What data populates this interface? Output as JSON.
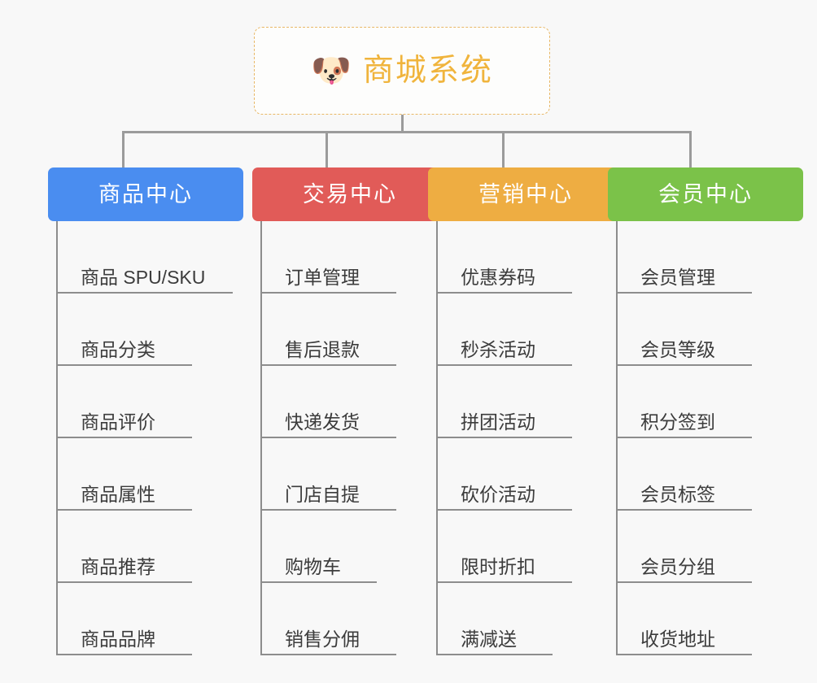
{
  "background_color": "#f8f8f8",
  "root": {
    "emoji": "🐶",
    "emoji_name": "shiba-dog-face-emoji",
    "title": "商城系统",
    "border_color": "#e8b765",
    "text_color": "#f0b43c"
  },
  "connector_color": "#9b9b9b",
  "leaf_rule_color": "#8d8d8d",
  "leaf_text_color": "#3c3c3c",
  "columns": [
    {
      "id": "product-center",
      "label": "商品中心",
      "color": "#4a8df0",
      "items": [
        {
          "label": "商品 SPU/SKU",
          "rule_width": 215
        },
        {
          "label": "商品分类",
          "rule_width": 165
        },
        {
          "label": "商品评价",
          "rule_width": 165
        },
        {
          "label": "商品属性",
          "rule_width": 165
        },
        {
          "label": "商品推荐",
          "rule_width": 165
        },
        {
          "label": "商品品牌",
          "rule_width": 165
        }
      ]
    },
    {
      "id": "trade-center",
      "label": "交易中心",
      "color": "#e15b58",
      "items": [
        {
          "label": "订单管理",
          "rule_width": 165
        },
        {
          "label": "售后退款",
          "rule_width": 165
        },
        {
          "label": "快递发货",
          "rule_width": 165
        },
        {
          "label": "门店自提",
          "rule_width": 165
        },
        {
          "label": "购物车",
          "rule_width": 141
        },
        {
          "label": "销售分佣",
          "rule_width": 165
        }
      ]
    },
    {
      "id": "marketing-center",
      "label": "营销中心",
      "color": "#eead42",
      "items": [
        {
          "label": "优惠券码",
          "rule_width": 165
        },
        {
          "label": "秒杀活动",
          "rule_width": 165
        },
        {
          "label": "拼团活动",
          "rule_width": 165
        },
        {
          "label": "砍价活动",
          "rule_width": 165
        },
        {
          "label": "限时折扣",
          "rule_width": 165
        },
        {
          "label": "满减送",
          "rule_width": 141
        }
      ]
    },
    {
      "id": "member-center",
      "label": "会员中心",
      "color": "#7bc249",
      "items": [
        {
          "label": "会员管理",
          "rule_width": 165
        },
        {
          "label": "会员等级",
          "rule_width": 165
        },
        {
          "label": "积分签到",
          "rule_width": 165
        },
        {
          "label": "会员标签",
          "rule_width": 165
        },
        {
          "label": "会员分组",
          "rule_width": 165
        },
        {
          "label": "收货地址",
          "rule_width": 165
        }
      ]
    }
  ]
}
